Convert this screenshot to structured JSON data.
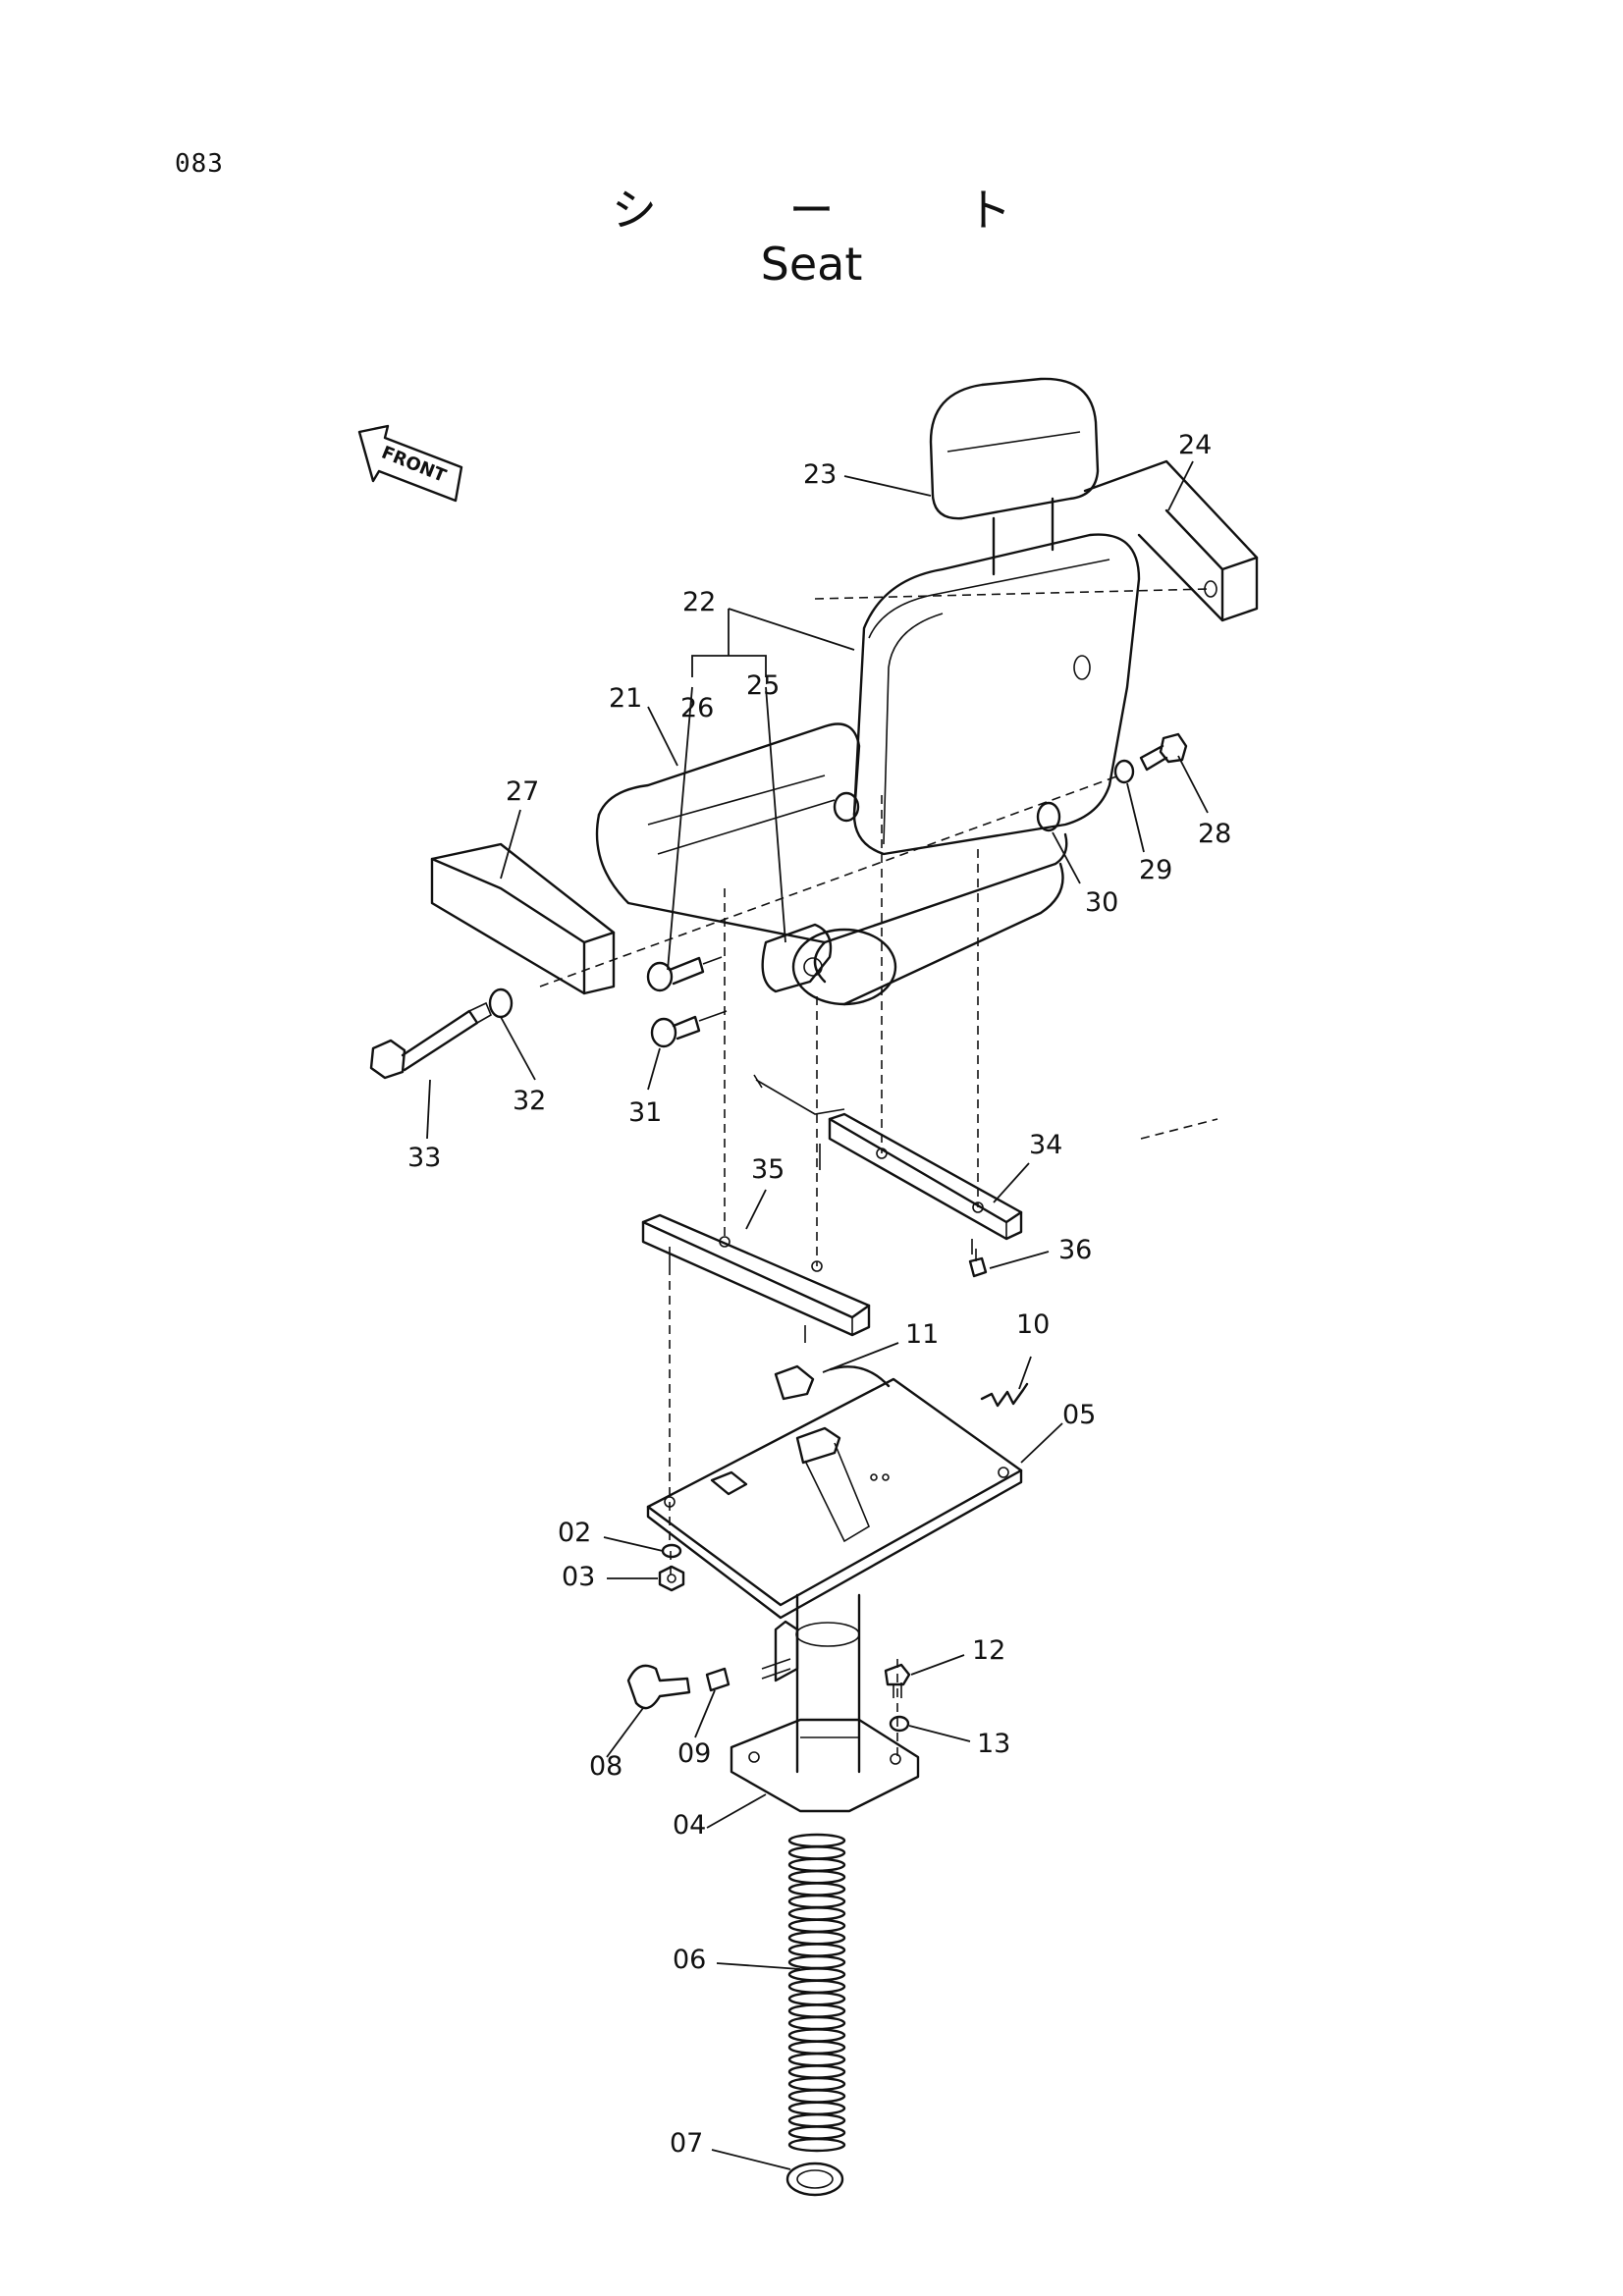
{
  "page_number": "083",
  "title_jp": "シ ー ト",
  "title_en": "Seat",
  "front_label": "FRONT",
  "parts": [
    "02",
    "03",
    "04",
    "05",
    "06",
    "07",
    "08",
    "09",
    "10",
    "11",
    "12",
    "13",
    "21",
    "22",
    "23",
    "24",
    "25",
    "26",
    "27",
    "28",
    "29",
    "30",
    "31",
    "32",
    "33",
    "34",
    "35",
    "36"
  ]
}
